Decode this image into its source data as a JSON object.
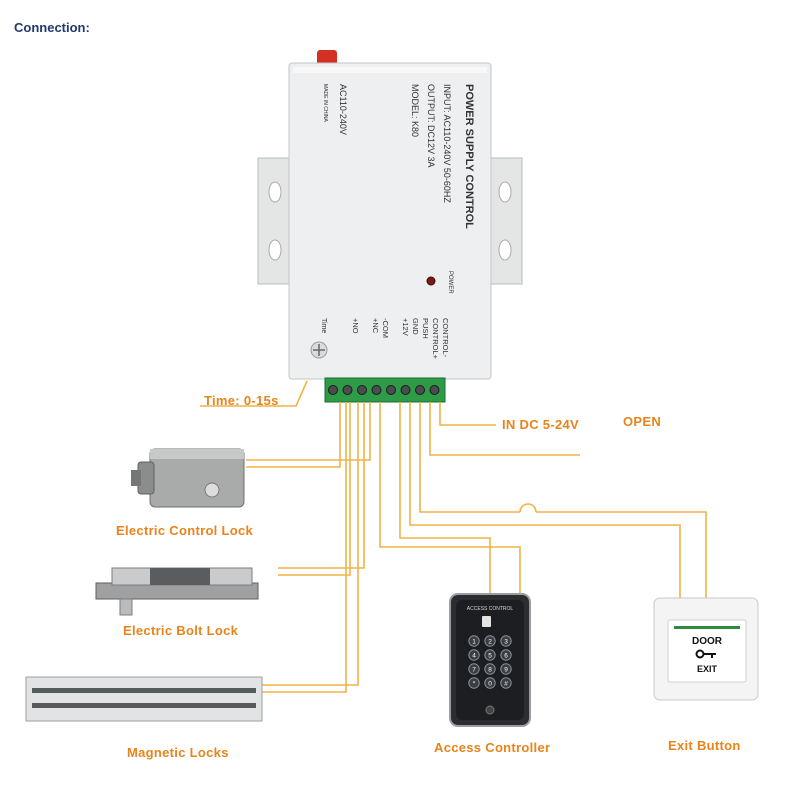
{
  "heading": "Connection:",
  "psu": {
    "title": "POWER SUPPLY CONTROL",
    "input": "INPUT: AC110-240V 50-60HZ",
    "output": "OUTPUT: DC12V 3A",
    "model": "MODEL: K80",
    "ac_rating": "AC110-240V",
    "made_in": "MADE IN CHINA",
    "power_led_label": "POWER",
    "time_knob_label": "Time",
    "terminals": [
      "CONTROL-",
      "CONTROL+",
      "PUSH",
      "GND",
      "+12V",
      "-COM",
      "+NC",
      "+NO"
    ]
  },
  "labels": {
    "time": "Time: 0-15s",
    "in_dc": "IN DC 5-24V",
    "open": "OPEN",
    "electric_control_lock": "Electric Control Lock",
    "electric_bolt_lock": "Electric Bolt Lock",
    "magnetic_locks": "Magnetic Locks",
    "access_controller": "Access Controller",
    "exit_button": "Exit Button"
  },
  "access_controller": {
    "brand_text": "ACCESS CONTROL",
    "keys": [
      "1",
      "2",
      "3",
      "4",
      "5",
      "6",
      "7",
      "8",
      "9",
      "*",
      "0",
      "#"
    ]
  },
  "exit_button": {
    "door_text": "DOOR",
    "exit_text": "EXIT"
  },
  "colors": {
    "label": "#e8841a",
    "wire": "#f0b247",
    "heading": "#1f3b6e",
    "terminal": "#2e9b46"
  }
}
